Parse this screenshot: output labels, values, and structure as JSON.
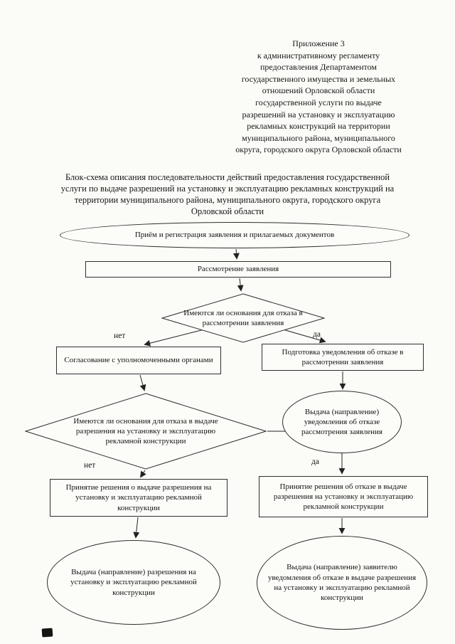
{
  "page": {
    "appendix_lines": [
      "Приложение 3",
      "к административному регламенту",
      "предоставления Департаментом",
      "государственного имущества и земельных",
      "отношений Орловской области",
      "государственной услуги по выдаче",
      "разрешений на установку и эксплуатацию",
      "рекламных конструкций на территории",
      "муниципального района, муниципального",
      "округа, городского округа Орловской области"
    ],
    "block_title": "Блок-схема описания последовательности действий предоставления государственной услуги по выдаче разрешений на установку и эксплуатацию рекламных конструкций на территории муниципального района, муниципального округа, городского округа Орловской области"
  },
  "flowchart": {
    "nodes": {
      "start": "Приём и регистрация заявления и прилагаемых документов",
      "review": "Рассмотрение заявления",
      "decision_review": "Имеются ли основания для отказа в рассмотрении заявления",
      "approval": "Согласование с уполномоченными органами",
      "prepare_refusal": "Подготовка уведомления об отказе в рассмотрении заявления",
      "issue_review_refusal": "Выдача (направление) уведомления об отказе рассмотрения заявления",
      "decision_permit": "Имеются ли основания для отказа в выдаче разрешения на установку и эксплуатацию рекламной конструкции",
      "decide_issue": "Принятие решения о выдаче разрешения на установку и эксплуатацию рекламной конструкции",
      "decide_refuse": "Принятие решения об отказе в выдаче разрешения на установку и эксплуатацию рекламной конструкции",
      "issue_permit": "Выдача (направление) разрешения на установку и эксплуатацию рекламной конструкции",
      "issue_permit_refusal": "Выдача (направление) заявителю уведомления об отказе в выдаче разрешения на установку и эксплуатацию рекламной конструкции"
    },
    "edge_labels": {
      "no1": "нет",
      "yes1": "да",
      "no2": "нет",
      "yes2": "да"
    }
  }
}
